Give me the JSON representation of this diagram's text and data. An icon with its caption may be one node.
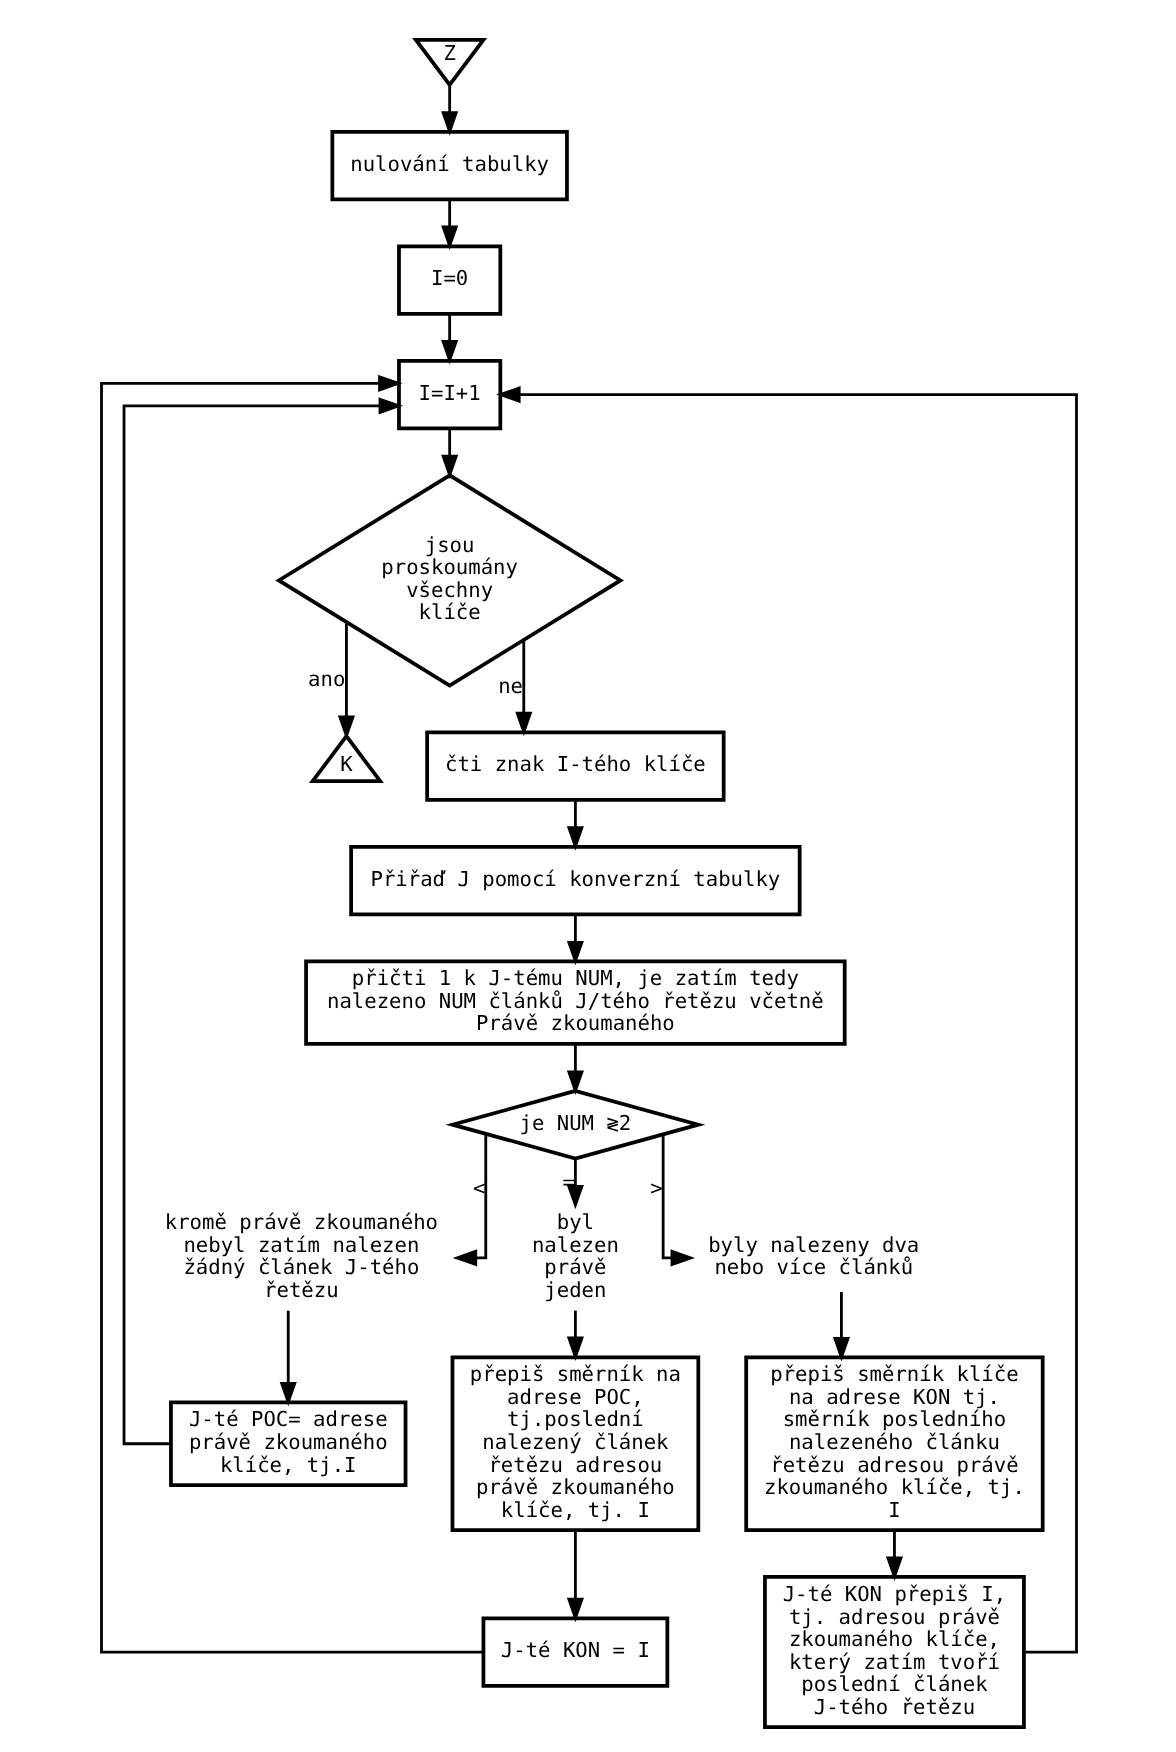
{
  "diagram": {
    "nodes": [
      {
        "text": [
          "Z"
        ]
      },
      {
        "text": [
          "nulování tabulky"
        ]
      },
      {
        "text": [
          "I=0"
        ]
      },
      {
        "text": [
          "I=I+1"
        ]
      },
      {
        "text": [
          "jsou proskoumány všechny klíče"
        ]
      },
      {
        "text": [
          "K"
        ]
      },
      {
        "text": [
          "čti znak I-tého klíče"
        ]
      },
      {
        "text": [
          "Přiřaď J pomocí konverzní tabulky"
        ]
      },
      {
        "text": [
          "přičti 1 k J-tému NUM, je zatím tedy nalezeno NUM článků J/tého řetězu včetně Právě zkoumaného"
        ]
      },
      {
        "text": [
          "je NUM ≷2"
        ]
      },
      {
        "text": [
          "kromě právě zkoumaného nebyl zatím nalezen žádný článek J-tého řetězu"
        ]
      },
      {
        "text": [
          "byl nalezen právě jeden"
        ]
      },
      {
        "text": [
          "byly nalezeny dva nebo více článků"
        ]
      },
      {
        "text": [
          "J-té POC= adrese právě zkoumaného klíče, tj.I"
        ]
      },
      {
        "text": [
          "přepiš směrník na adrese POC, tj.poslední nalezený článek řetězu adresou právě zkoumaného klíče, tj. I"
        ]
      },
      {
        "text": [
          "J-té KON = I"
        ]
      },
      {
        "text": [
          "přepiš směrník klíče na adrese KON tj. směrník posledního nalezeného článku řetězu adresou právě zkoumaného klíče, tj. I"
        ]
      },
      {
        "text": [
          "J-té KON přepiš I, tj. adresou právě zkoumaného klíče, který zatím tvoří poslední článek J-tého řetězu"
        ]
      }
    ],
    "edges": [
      {
        "from": 0,
        "to": 1,
        "arrow": "to"
      },
      {
        "from": 1,
        "to": 2,
        "arrow": "to"
      },
      {
        "from": 2,
        "to": 3,
        "arrow": "to"
      },
      {
        "from": 3,
        "to": 4,
        "arrow": "to"
      },
      {
        "from": 4,
        "to": 5,
        "arrow": "to",
        "label": "ano"
      },
      {
        "from": 4,
        "to": 6,
        "arrow": "to",
        "label": "ne"
      },
      {
        "from": 6,
        "to": 7,
        "arrow": "to"
      },
      {
        "from": 7,
        "to": 8,
        "arrow": "to"
      },
      {
        "from": 8,
        "to": 9,
        "arrow": "to"
      },
      {
        "from": 9,
        "to": 10,
        "arrow": "to",
        "label": "<"
      },
      {
        "from": 9,
        "to": 11,
        "arrow": "to",
        "label": "="
      },
      {
        "from": 9,
        "to": 12,
        "arrow": "to",
        "label": ">"
      },
      {
        "from": 10,
        "to": 13,
        "arrow": "to"
      },
      {
        "from": 11,
        "to": 14,
        "arrow": "to"
      },
      {
        "from": 12,
        "to": 16,
        "arrow": "to"
      },
      {
        "from": 14,
        "to": 15,
        "arrow": "to"
      },
      {
        "from": 16,
        "to": 17,
        "arrow": "to"
      },
      {
        "from": 13,
        "to": 3,
        "arrow": "to"
      },
      {
        "from": 15,
        "to": 3,
        "arrow": "to"
      },
      {
        "from": 17,
        "to": 3,
        "arrow": "to"
      }
    ]
  }
}
